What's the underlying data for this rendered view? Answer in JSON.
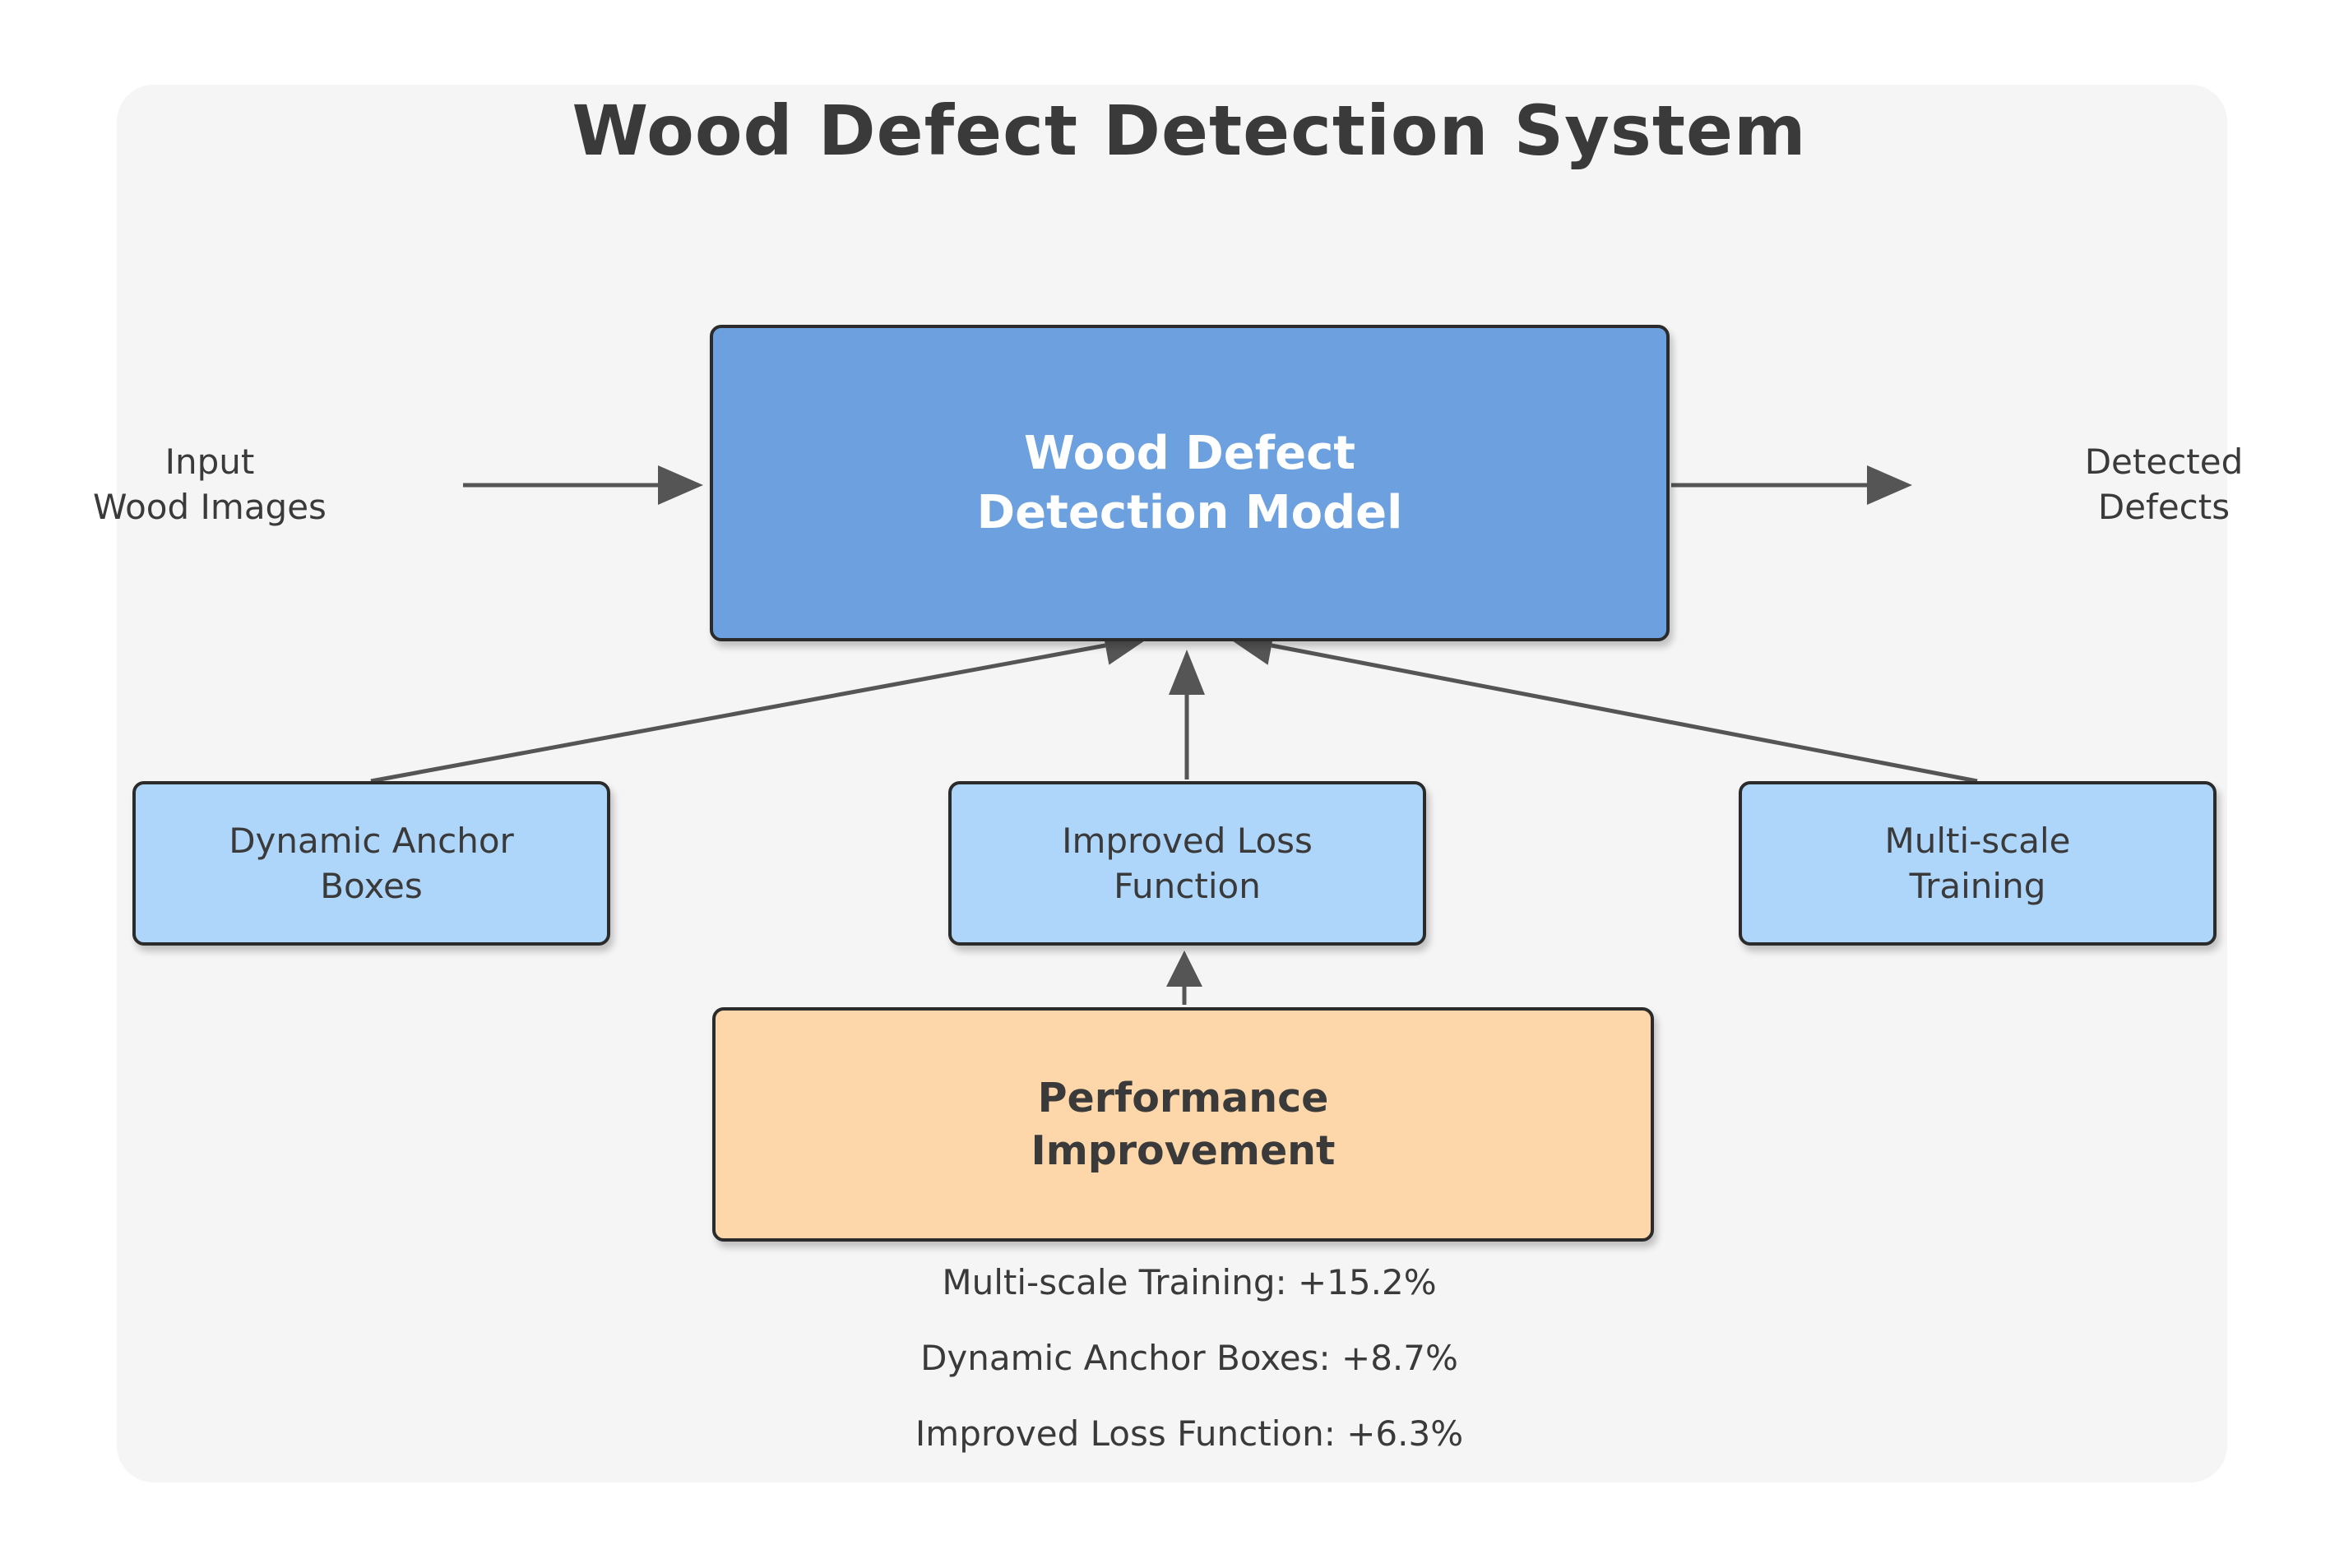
{
  "title": "Wood Defect Detection System",
  "colors": {
    "page_background": "#ffffff",
    "panel_background": "#f5f5f5",
    "text_dark": "#3a3a3a",
    "model_fill": "#6ca0df",
    "model_text": "#ffffff",
    "feature_fill": "#aed5fa",
    "performance_fill": "#fdd7aa",
    "box_border": "#2b2b2b",
    "arrow": "#555555"
  },
  "io_labels": {
    "input": {
      "line1": "Input",
      "line2": "Wood Images"
    },
    "output": {
      "line1": "Detected",
      "line2": "Defects"
    }
  },
  "model_node": {
    "line1": "Wood Defect",
    "line2": "Detection Model"
  },
  "feature_nodes": [
    {
      "line1": "Dynamic Anchor",
      "line2": "Boxes"
    },
    {
      "line1": "Improved Loss",
      "line2": "Function"
    },
    {
      "line1": "Multi-scale",
      "line2": "Training"
    }
  ],
  "performance_node": {
    "line1": "Performance",
    "line2": "Improvement"
  },
  "improvements": [
    "Multi-scale Training: +15.2%",
    "Dynamic Anchor Boxes: +8.7%",
    "Improved Loss Function: +6.3%"
  ]
}
